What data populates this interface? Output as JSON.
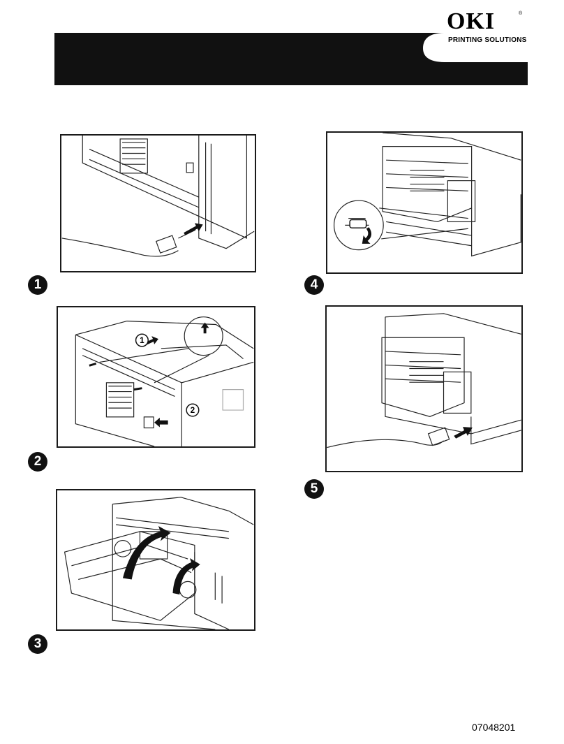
{
  "header": {
    "logo_text": "OKI",
    "registered_mark": "®",
    "tagline": "PRINTING SOLUTIONS"
  },
  "steps": [
    {
      "number": "1",
      "icon": "power-cable-unplug-illustration"
    },
    {
      "number": "2",
      "icon": "rear-cover-removal-illustration",
      "markers": [
        "1",
        "2"
      ]
    },
    {
      "number": "3",
      "icon": "duplex-unit-insert-illustration"
    },
    {
      "number": "4",
      "icon": "thumbscrew-tighten-illustration"
    },
    {
      "number": "5",
      "icon": "power-cable-plug-illustration"
    }
  ],
  "footer": {
    "document_number": "07048201"
  },
  "colors": {
    "banner": "#111111",
    "line_art": "#222222",
    "badge": "#111111"
  }
}
